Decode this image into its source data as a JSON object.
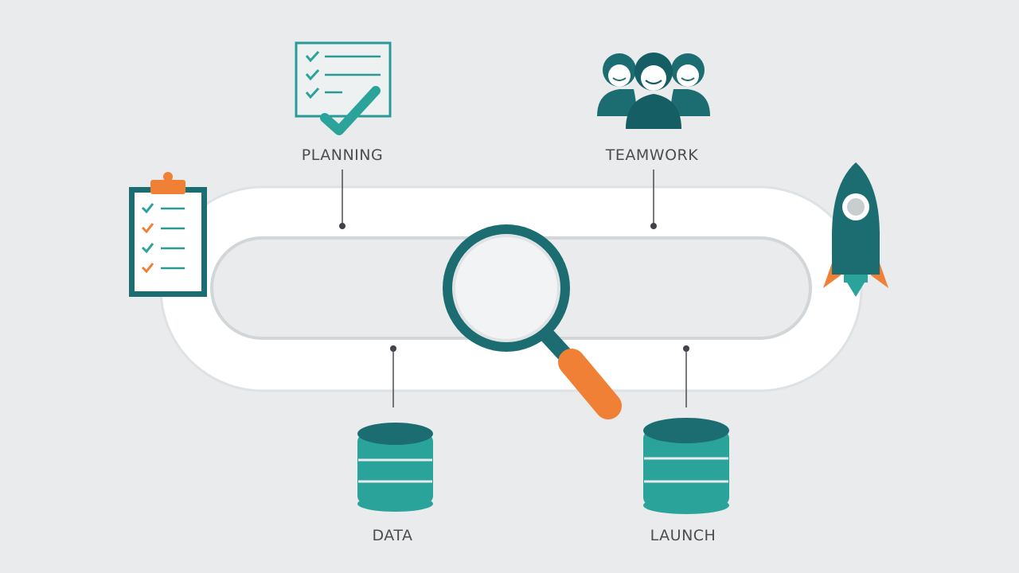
{
  "labels": {
    "planning": "PLANNING",
    "teamwork": "TEAMWORK",
    "data": "DATA",
    "launch": "LAUNCH"
  },
  "icons": [
    "checklist-icon",
    "team-icon",
    "clipboard-icon",
    "magnifier-icon",
    "rocket-icon",
    "database-icon"
  ],
  "colors": {
    "background": "#e9ebec",
    "teal": "#1b6d72",
    "teal_light": "#2fa39b",
    "orange": "#ef8035",
    "track": "#ffffff",
    "label": "#4a4d52"
  }
}
